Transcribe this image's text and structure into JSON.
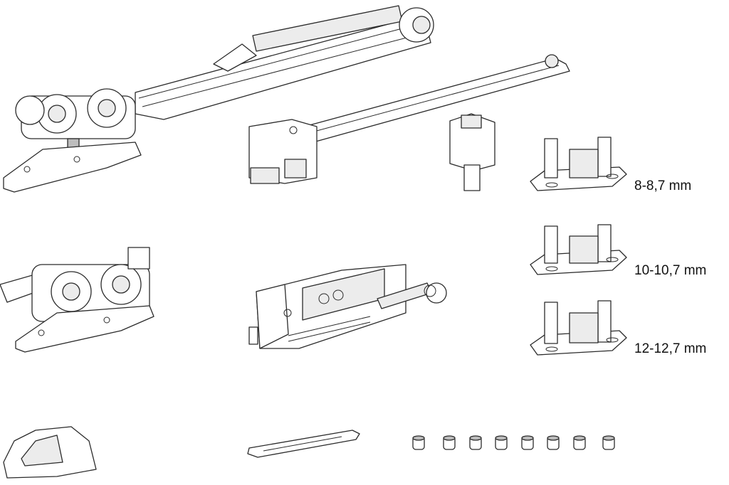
{
  "labels": {
    "clip_small": "8-8,7 mm",
    "clip_medium": "10-10,7 mm",
    "clip_large": "12-12,7 mm"
  }
}
